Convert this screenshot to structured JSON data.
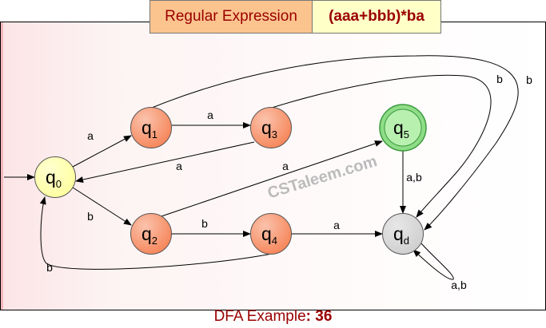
{
  "header": {
    "label": "Regular Expression",
    "expression": "(aaa+bbb)*ba"
  },
  "states": [
    {
      "id": "q0",
      "base": "q",
      "sub": "0",
      "type": "start",
      "fill": "#ffffa0"
    },
    {
      "id": "q1",
      "base": "q",
      "sub": "1",
      "type": "normal",
      "fill": "#f6865a"
    },
    {
      "id": "q2",
      "base": "q",
      "sub": "2",
      "type": "normal",
      "fill": "#f6865a"
    },
    {
      "id": "q3",
      "base": "q",
      "sub": "3",
      "type": "normal",
      "fill": "#f6865a"
    },
    {
      "id": "q4",
      "base": "q",
      "sub": "4",
      "type": "normal",
      "fill": "#f6865a"
    },
    {
      "id": "q5",
      "base": "q",
      "sub": "5",
      "type": "final",
      "fill": "#b8f0b0"
    },
    {
      "id": "qd",
      "base": "q",
      "sub": "d",
      "type": "dead",
      "fill": "#cfcfcf"
    }
  ],
  "transitions": [
    {
      "from": "q0",
      "to": "q1",
      "label": "a"
    },
    {
      "from": "q1",
      "to": "q3",
      "label": "a"
    },
    {
      "from": "q3",
      "to": "q0",
      "label": "a"
    },
    {
      "from": "q0",
      "to": "q2",
      "label": "b"
    },
    {
      "from": "q2",
      "to": "q4",
      "label": "b"
    },
    {
      "from": "q4",
      "to": "q0",
      "label": "b"
    },
    {
      "from": "q2",
      "to": "q5",
      "label": "a"
    },
    {
      "from": "q4",
      "to": "qd",
      "label": "a"
    },
    {
      "from": "q5",
      "to": "qd",
      "label": "a,b"
    },
    {
      "from": "q1",
      "to": "qd",
      "label": "b"
    },
    {
      "from": "q3",
      "to": "qd",
      "label": "b"
    },
    {
      "from": "qd",
      "to": "qd",
      "label": "a,b"
    }
  ],
  "watermark": "CSTaleem.com",
  "caption": {
    "prefix": "DFA Example",
    "suffix": ": 36"
  }
}
